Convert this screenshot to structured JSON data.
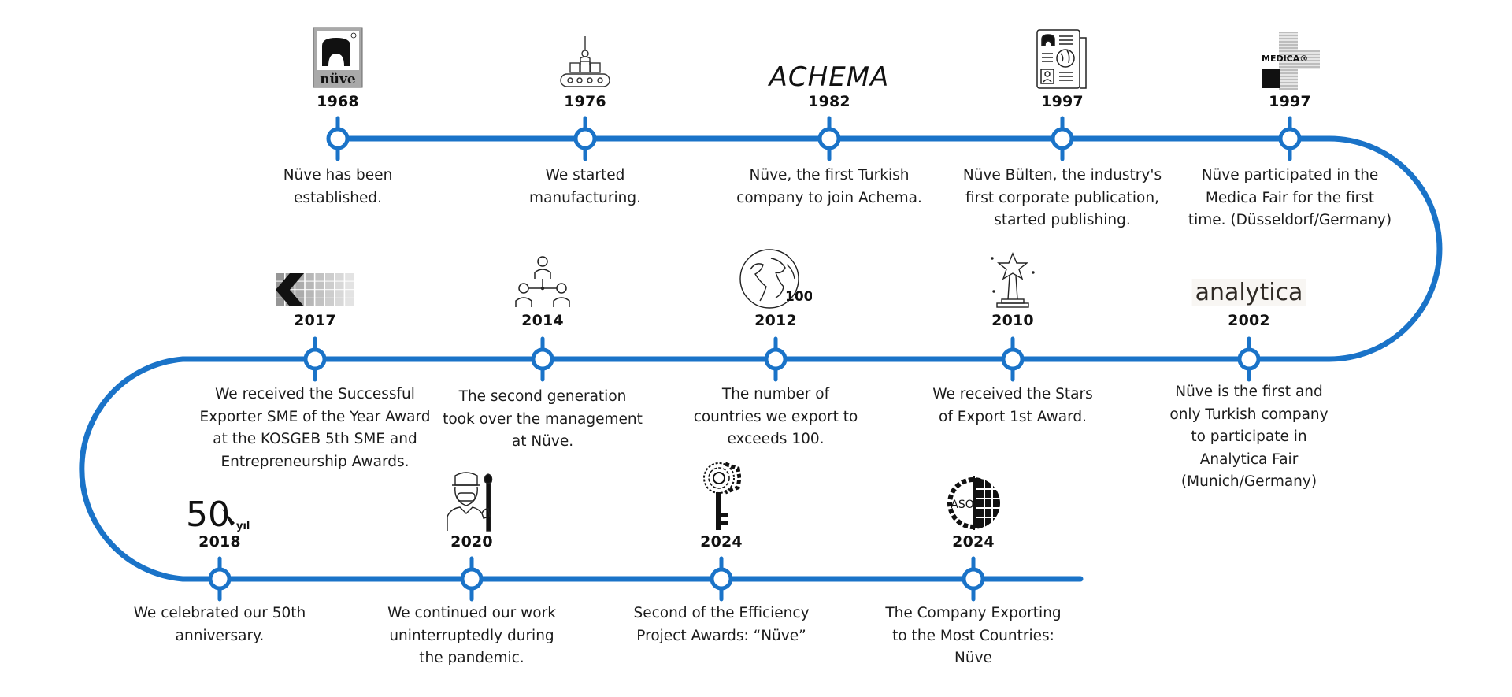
{
  "title": "Nüve Timeline",
  "colors": {
    "accent": "#1a73c8",
    "text": "#1c1c1c"
  },
  "events": [
    {
      "year": "1968",
      "description": "Nüve has been\nestablished.",
      "icon": "nuve-logo-icon"
    },
    {
      "year": "1976",
      "description": "We started\nmanufacturing.",
      "icon": "conveyor-factory-icon"
    },
    {
      "year": "1982",
      "description": "Nüve, the first Turkish\ncompany to join Achema.",
      "icon": "achema-logo",
      "logo_text": "ACHEMA"
    },
    {
      "year": "1997",
      "description": "Nüve Bülten, the industry's\nfirst corporate publication,\nstarted publishing.",
      "icon": "newspaper-icon"
    },
    {
      "year": "1997",
      "description": "Nüve participated in the\nMedica Fair for the first\ntime. (Düsseldorf/Germany)",
      "icon": "medica-logo",
      "logo_text": "MEDICA®"
    },
    {
      "year": "2002",
      "description": "Nüve is the first and\nonly Turkish company\nto participate in\nAnalytica Fair\n(Munich/Germany)",
      "icon": "analytica-logo",
      "logo_text": "analytica"
    },
    {
      "year": "2010",
      "description": "We received the Stars\nof Export 1st Award.",
      "icon": "star-trophy-icon"
    },
    {
      "year": "2012",
      "description": "The number of\ncountries we export to\nexceeds 100.",
      "icon": "globe-100-icon",
      "logo_text": "100"
    },
    {
      "year": "2014",
      "description": "The second generation\ntook over the management\nat Nüve.",
      "icon": "people-network-icon"
    },
    {
      "year": "2017",
      "description": "We received the Successful\nExporter SME of the Year Award\nat the KOSGEB 5th SME and\nEntrepreneurship Awards.",
      "icon": "kosgeb-logo"
    },
    {
      "year": "2018",
      "description": "We celebrated our 50th\nanniversary.",
      "icon": "fifty-years-logo",
      "logo_text": "50",
      "logo_suffix": "yıl"
    },
    {
      "year": "2020",
      "description": "We continued our work\nuninterruptedly during\nthe pandemic.",
      "icon": "masked-worker-icon"
    },
    {
      "year": "2024",
      "description": "Second of the Efficiency\nProject Awards: “Nüve”",
      "icon": "efficiency-key-icon"
    },
    {
      "year": "2024",
      "description": "The Company Exporting\nto the Most Countries:\nNüve",
      "icon": "aso-logo",
      "logo_text": "ASO"
    }
  ]
}
